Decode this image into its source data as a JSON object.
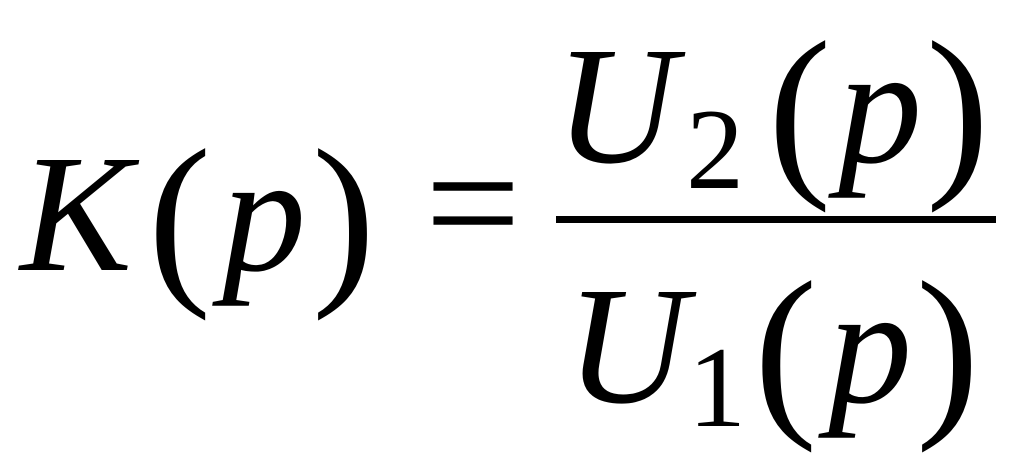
{
  "formula": {
    "lhs": {
      "function": "K",
      "open_paren": "(",
      "variable": "p",
      "close_paren": ")"
    },
    "equals": "=",
    "numerator": {
      "symbol": "U",
      "subscript": "2",
      "open_paren": "(",
      "variable": "p",
      "close_paren": ")"
    },
    "denominator": {
      "symbol": "U",
      "subscript": "1",
      "open_paren": "(",
      "variable": "p",
      "close_paren": ")"
    }
  }
}
